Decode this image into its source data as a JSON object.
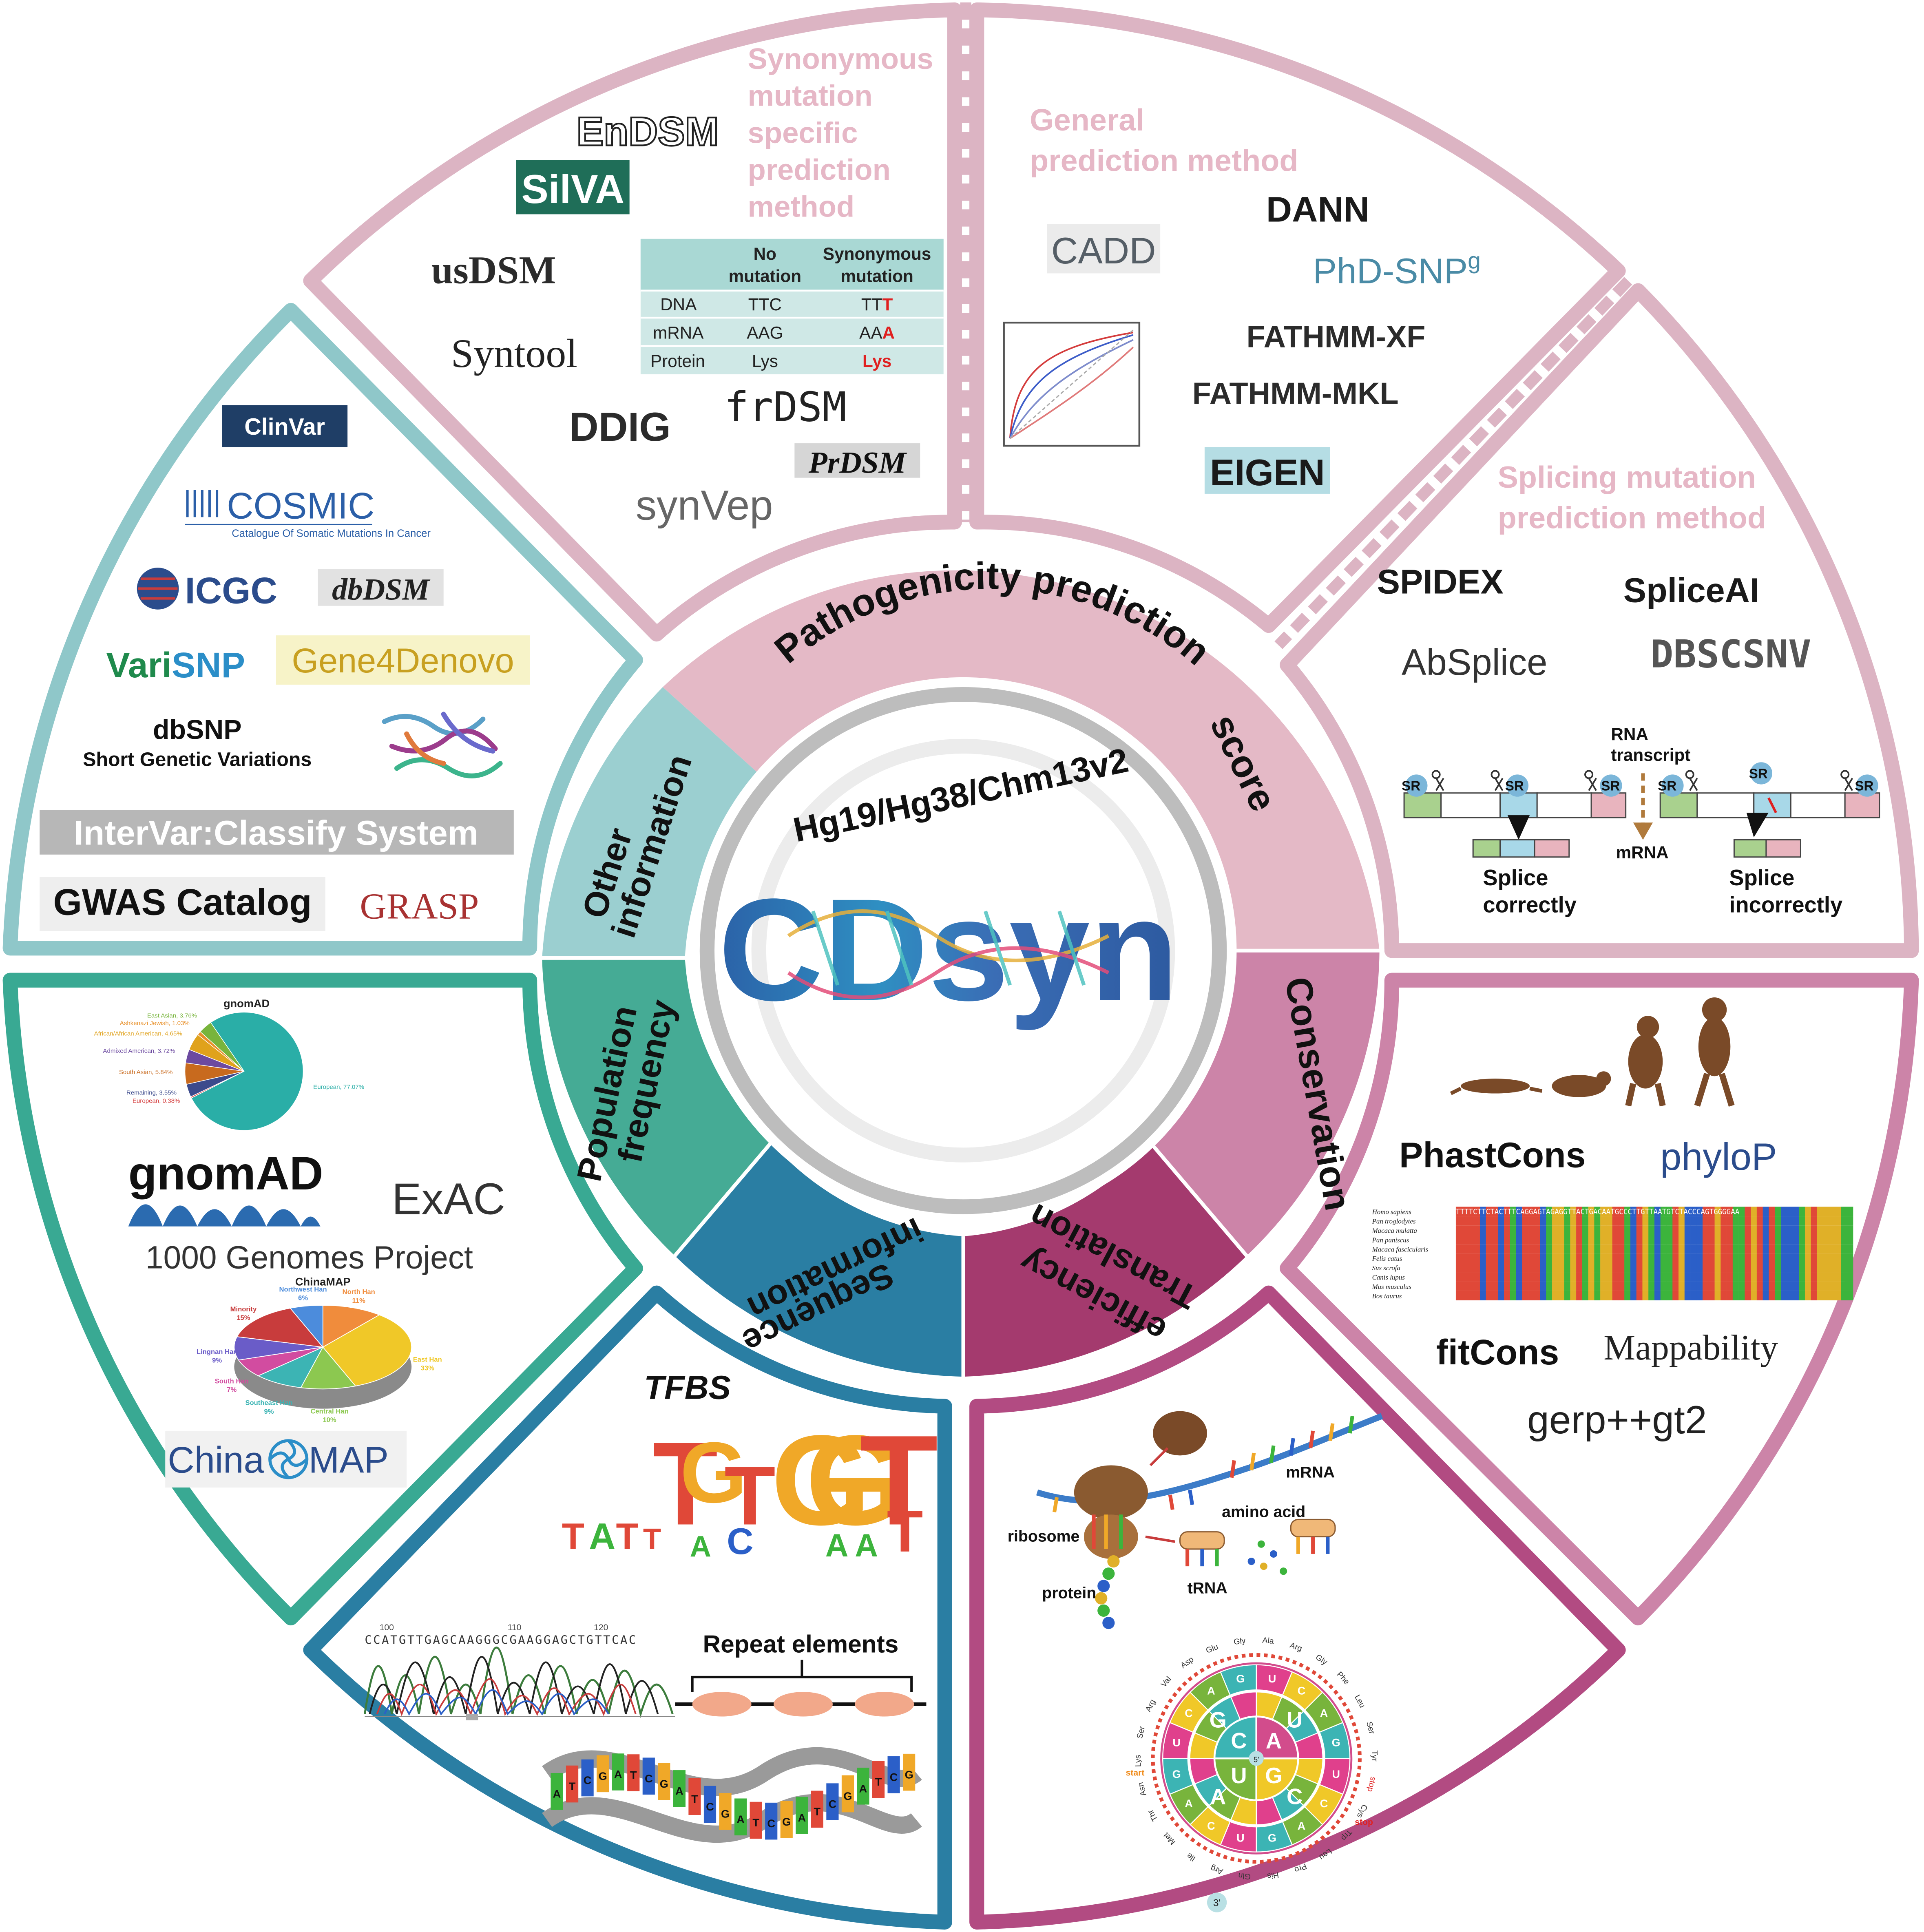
{
  "center": {
    "genomes": "Hg19/Hg38/Chm13v2",
    "logo": "CDsyn"
  },
  "inner_ring": {
    "pathogenicity": "Pathogenicity prediction",
    "score": "score",
    "conservation": "Conservation",
    "translation_1": "Translation",
    "translation_2": "efficiency",
    "sequence_1": "Sequence",
    "sequence_2": "information",
    "population_1": "Population",
    "population_2": "frequency",
    "other_1": "Other",
    "other_2": "information"
  },
  "synonymous_panel": {
    "heading": [
      "Synonymous",
      "mutation",
      "specific",
      "prediction",
      "method"
    ],
    "tools": [
      "EnDSM",
      "SilVA",
      "usDSM",
      "Syntool",
      "DDIG",
      "frDSM",
      "PrDSM",
      "synVep"
    ],
    "table": {
      "headers": [
        "",
        "No mutation",
        "Synonymous mutation"
      ],
      "header_no": [
        "No",
        "mutation"
      ],
      "header_syn": [
        "Synonymous",
        "mutation"
      ],
      "rows": [
        {
          "label": "DNA",
          "no": "TTC",
          "syn_prefix": "TT",
          "syn_mut": "T"
        },
        {
          "label": "mRNA",
          "no": "AAG",
          "syn_prefix": "AA",
          "syn_mut": "A"
        },
        {
          "label": "Protein",
          "no": "Lys",
          "syn_prefix": "",
          "syn_mut": "Lys"
        }
      ]
    }
  },
  "general_panel": {
    "heading": [
      "General",
      "prediction method"
    ],
    "tools": {
      "dann": "DANN",
      "cadd": "CADD",
      "phd": "PhD-SNP",
      "phd_sup": "g",
      "fathmm_xf": "FATHMM-XF",
      "fathmm_mkl": "FATHMM-MKL",
      "eigen": "EIGEN"
    }
  },
  "splicing_panel": {
    "heading": [
      "Splicing mutation",
      "prediction method"
    ],
    "tools": {
      "spidex": "SPIDEX",
      "spliceai": "SpliceAI",
      "absplice": "AbSplice",
      "dbscsnv": "DBSCSNV"
    },
    "diagram": {
      "sr": "SR",
      "rna_transcript": [
        "RNA",
        "transcript"
      ],
      "mrna": "mRNA",
      "splice_correct": [
        "Splice",
        "correctly"
      ],
      "splice_incorrect": [
        "Splice",
        "incorrectly"
      ]
    }
  },
  "other_panel": {
    "clinvar": "ClinVar",
    "cosmic": "COSMIC",
    "cosmic_sub": "Catalogue Of Somatic Mutations In Cancer",
    "icgc": "ICGC",
    "dbdsm": "dbDSM",
    "varisnp_a": "Vari",
    "varisnp_b": "SNP",
    "gene4denovo": "Gene4Denovo",
    "dbsnp": "dbSNP",
    "dbsnp_sub": "Short Genetic Variations",
    "intervar": "InterVar:Classify System",
    "gwas": "GWAS Catalog",
    "grasp": "GRASP"
  },
  "population_panel": {
    "gnomad_title": "gnomAD",
    "gnomad_pie": {
      "slices": [
        {
          "label": "European, 77.07%",
          "value": 77.07,
          "color": "#2aaea7"
        },
        {
          "label": "European, 0.38%",
          "value": 0.38,
          "color": "#d43c3c"
        },
        {
          "label": "Remaining, 3.55%",
          "value": 3.55,
          "color": "#3c4a8c"
        },
        {
          "label": "South Asian, 5.84%",
          "value": 5.84,
          "color": "#c86a1e"
        },
        {
          "label": "Admixed American, 3.72%",
          "value": 3.72,
          "color": "#6c4aa0"
        },
        {
          "label": "African/African American, 4.65%",
          "value": 4.65,
          "color": "#e0a21c"
        },
        {
          "label": "Ashkenazi Jewish, 1.03%",
          "value": 1.03,
          "color": "#e8902a"
        },
        {
          "label": "East Asian, 3.76%",
          "value": 3.76,
          "color": "#78b43c"
        }
      ]
    },
    "gnomad": "gnomAD",
    "exac": "ExAC",
    "kgp": "1000 Genomes Project",
    "chinamap_title": "ChinaMAP",
    "chinamap_pie": {
      "slices": [
        {
          "label": "North Han",
          "pct": "11%",
          "value": 11,
          "color": "#f08c3c"
        },
        {
          "label": "East Han",
          "pct": "33%",
          "value": 33,
          "color": "#f0c828"
        },
        {
          "label": "Central Han",
          "pct": "10%",
          "value": 10,
          "color": "#8cc850"
        },
        {
          "label": "Southeast Han",
          "pct": "9%",
          "value": 9,
          "color": "#3cb4b4"
        },
        {
          "label": "South Han",
          "pct": "7%",
          "value": 7,
          "color": "#d24ca0"
        },
        {
          "label": "Lingnan Han",
          "pct": "9%",
          "value": 9,
          "color": "#6a5cc8"
        },
        {
          "label": "Minority",
          "pct": "15%",
          "value": 15,
          "color": "#c83c3c"
        },
        {
          "label": "Northwest Han",
          "pct": "6%",
          "value": 6,
          "color": "#4c8cdc"
        }
      ]
    },
    "chinamap_a": "China",
    "chinamap_b": "MAP"
  },
  "sequence_panel": {
    "tfbs": "TFBS",
    "logo_big": [
      "T",
      "G",
      "T",
      "G",
      "G",
      "T",
      "T"
    ],
    "logo_small": [
      "T",
      "A",
      "T",
      "T",
      "A",
      "C",
      "A",
      "A"
    ],
    "repeat": "Repeat elements",
    "trace_ticks": [
      "100",
      "110",
      "120"
    ],
    "trace_seq": "CCATGTTGAGCAAGGGCGAAGGAGCTGTTCAC",
    "dna_bases": [
      "A",
      "T",
      "C",
      "G",
      "A",
      "T",
      "C",
      "G",
      "A",
      "T",
      "C",
      "G",
      "A",
      "T",
      "C",
      "G",
      "A",
      "T",
      "C",
      "G",
      "A",
      "T",
      "C",
      "G"
    ]
  },
  "conservation_panel": {
    "phastcons": "PhastCons",
    "phylop": "phyloP",
    "species": [
      "Homo sapiens",
      "Pan troglodytes",
      "Macaca mulatta",
      "Pan paniscus",
      "Macaca fascicularis",
      "Felis catus",
      "Sus scrofa",
      "Canis lupus",
      "Mus musculus",
      "Bos taurus"
    ],
    "alignment": "TTTTCTTCTACTTTCAGGAGTAGAGGTTACTGACAATGCCCTTGTTAATGTCTACCCAGTGGGGAA",
    "fitcons": "fitCons",
    "mappability": "Mappability",
    "gerp": "gerp++gt2"
  },
  "translation_panel": {
    "mrna": "mRNA",
    "amino_acid": "amino acid",
    "ribosome": "ribosome",
    "protein": "protein",
    "trna": "tRNA",
    "codon_inner": [
      "U",
      "C",
      "A",
      "G"
    ],
    "codon_outer": [
      "U",
      "C",
      "A",
      "G",
      "U",
      "C",
      "A",
      "G",
      "U",
      "C",
      "A",
      "G",
      "U",
      "C",
      "A",
      "G"
    ],
    "codon_aa": [
      "Ala",
      "Arg",
      "Gly",
      "Phe",
      "Leu",
      "Ser",
      "Tyr",
      "stop",
      "Cys",
      "Trp",
      "Leu",
      "Pro",
      "His",
      "Gln",
      "Arg",
      "Ile",
      "Met",
      "Thr",
      "Asn",
      "Lys",
      "Ser",
      "Arg",
      "Val",
      "Asp",
      "Glu",
      "Gly"
    ],
    "start": "start",
    "stop": "stop",
    "three_prime": "3'",
    "five_prime": "5'"
  },
  "colors": {
    "pink": "#e4b9c6",
    "pink_border": "#dcb4c3",
    "teal": "#8fc7c9",
    "green": "#39a993",
    "blue": "#2a7ea3",
    "magenta": "#b24b82",
    "mauve": "#cc84a8"
  }
}
